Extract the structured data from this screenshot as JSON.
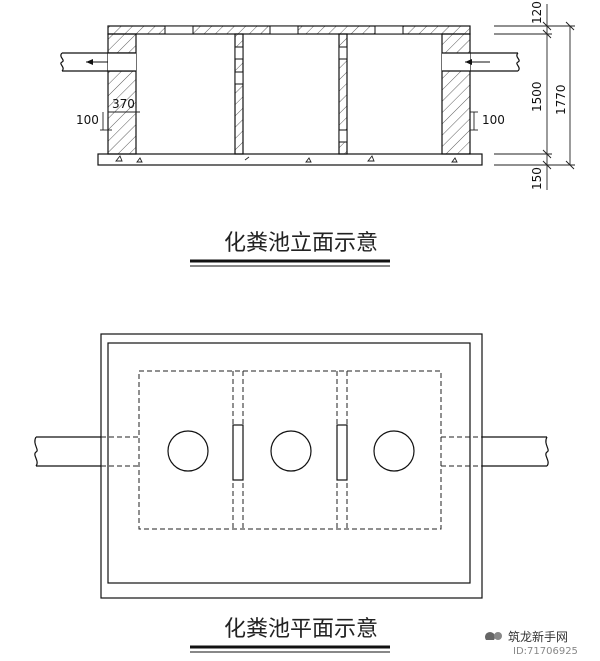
{
  "elevation": {
    "title": "化粪池立面示意",
    "dims": {
      "top_slab": "120",
      "inner_height": "1500",
      "total_height": "1770",
      "base": "150",
      "wall_thickness": "370",
      "left_step": "100",
      "right_step": "100"
    }
  },
  "plan": {
    "title": "化粪池平面示意"
  },
  "watermark": {
    "name": "筑龙新手网",
    "id": "ID:71706925"
  }
}
